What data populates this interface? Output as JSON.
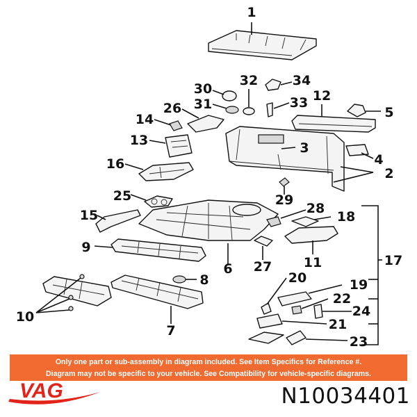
{
  "diagram": {
    "callouts": [
      "1",
      "2",
      "3",
      "4",
      "5",
      "6",
      "7",
      "8",
      "9",
      "10",
      "11",
      "12",
      "13",
      "14",
      "15",
      "16",
      "17",
      "18",
      "19",
      "20",
      "21",
      "22",
      "23",
      "24",
      "25",
      "26",
      "27",
      "28",
      "29",
      "30",
      "31",
      "32",
      "33",
      "34"
    ]
  },
  "disclaimer": {
    "line1": "Only one part or sub-assembly in diagram included. See Item Specifics for Reference #.",
    "line2": "Diagram may not be specific to your vehicle. See Compatibility for vehicle-specific diagrams."
  },
  "brand": {
    "name": "VAG",
    "color": "#e2231a"
  },
  "part_number": "N10034401",
  "colors": {
    "banner": "#f16a2f",
    "ink": "#111111"
  }
}
